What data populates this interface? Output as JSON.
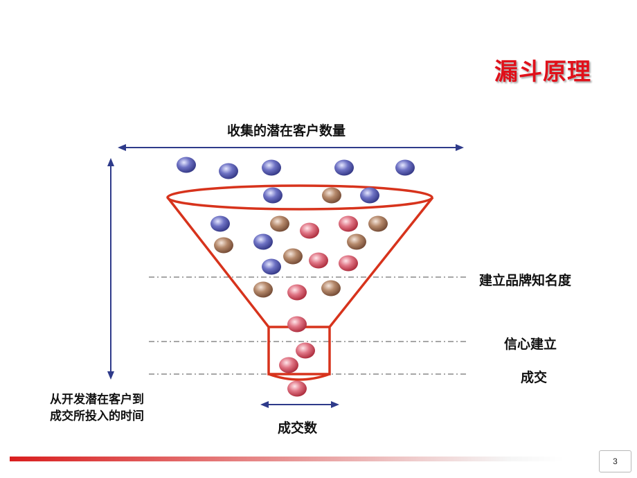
{
  "slide": {
    "title": "漏斗原理",
    "page_number": "3"
  },
  "funnel": {
    "top_label": "收集的潜在客户数量",
    "stages": [
      "建立品牌知名度",
      "信心建立",
      "成交"
    ],
    "time_axis_label_line1": "从开发潜在客户到",
    "time_axis_label_line2": "成交所投入的时间",
    "bottom_label": "成交数"
  },
  "colors": {
    "title": "#e0101a",
    "funnel_outline": "#d7331c",
    "arrow": "#2e3a8a",
    "ball_blue": "#4b4fa6",
    "ball_brown": "#9e6a4a",
    "ball_red": "#d9485b"
  }
}
